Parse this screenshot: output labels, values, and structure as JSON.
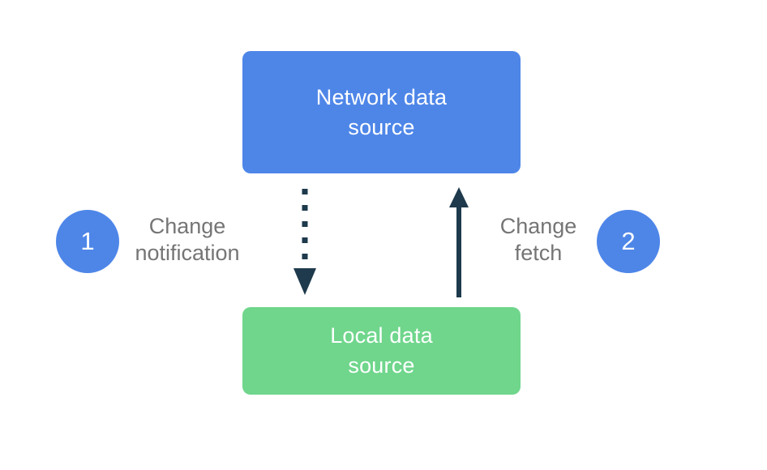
{
  "diagram": {
    "background_color": "#ffffff",
    "label_text_color": "#757575",
    "nodes": {
      "network": {
        "label": "Network data source",
        "line1": "Network data",
        "line2": "source",
        "fill_color": "#4e86e8",
        "text_color": "#ffffff"
      },
      "local": {
        "label": "Local data source",
        "line1": "Local data",
        "line2": "source",
        "fill_color": "#6fd68c",
        "text_color": "#ffffff"
      }
    },
    "steps": [
      {
        "number": "1",
        "label": "Change notification",
        "line1": "Change",
        "line2": "notification",
        "badge_color": "#4e86e8",
        "badge_text_color": "#ffffff"
      },
      {
        "number": "2",
        "label": "Change fetch",
        "line1": "Change",
        "line2": "fetch",
        "badge_color": "#4e86e8",
        "badge_text_color": "#ffffff"
      }
    ],
    "arrows": {
      "down_dotted": {
        "style": "dotted",
        "direction": "down",
        "color": "#1e3a4c"
      },
      "up_solid": {
        "style": "solid",
        "direction": "up",
        "color": "#1e3a4c"
      }
    }
  }
}
